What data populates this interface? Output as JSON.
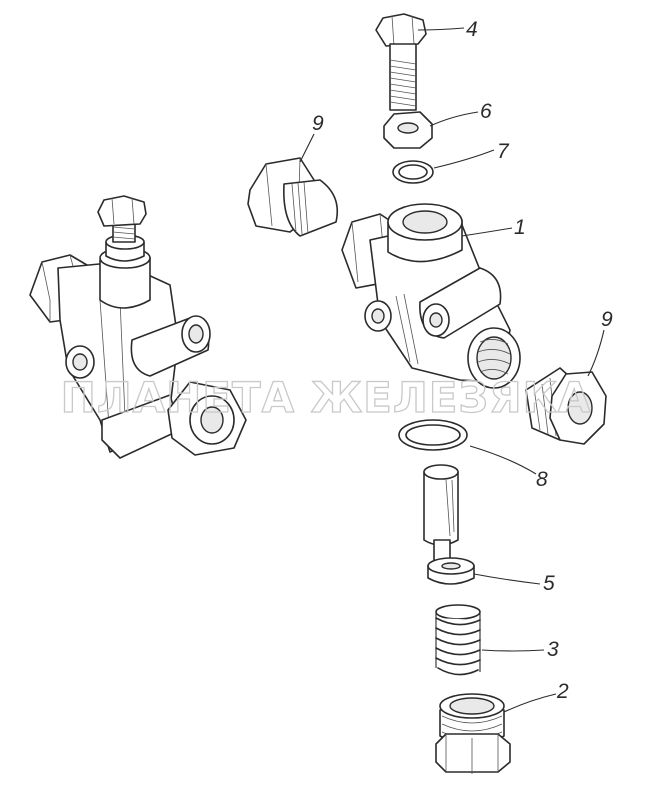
{
  "watermark": "ПЛАНЕТА ЖЕЛЕЗЯКА",
  "callouts": [
    {
      "id": "4",
      "label": "4"
    },
    {
      "id": "6",
      "label": "6"
    },
    {
      "id": "7",
      "label": "7"
    },
    {
      "id": "9a",
      "label": "9"
    },
    {
      "id": "1",
      "label": "1"
    },
    {
      "id": "9b",
      "label": "9"
    },
    {
      "id": "8",
      "label": "8"
    },
    {
      "id": "5",
      "label": "5"
    },
    {
      "id": "3",
      "label": "3"
    },
    {
      "id": "2",
      "label": "2"
    }
  ]
}
